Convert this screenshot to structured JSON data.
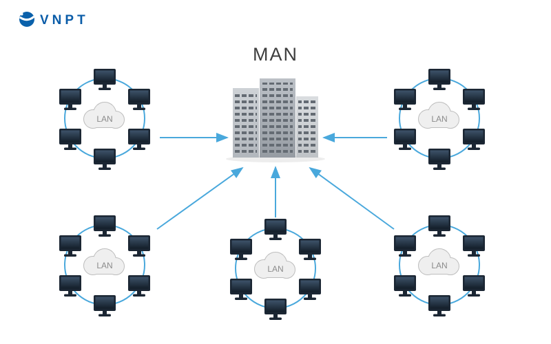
{
  "logo": {
    "text": "VNPT"
  },
  "diagram": {
    "title": "MAN",
    "description": "Five LAN ring networks connected by links to a central MAN building",
    "lans": [
      {
        "position": "top-left",
        "label": "LAN",
        "computers": 6
      },
      {
        "position": "top-right",
        "label": "LAN",
        "computers": 6
      },
      {
        "position": "bottom-left",
        "label": "LAN",
        "computers": 6
      },
      {
        "position": "bottom-center",
        "label": "LAN",
        "computers": 6
      },
      {
        "position": "bottom-right",
        "label": "LAN",
        "computers": 6
      }
    ],
    "colors": {
      "link_blue": "#49a8dc",
      "logo_blue": "#0a5ca8",
      "title_gray": "#3e3e3e",
      "cloud_fill": "#efefef",
      "cloud_outline": "#bdbdbd",
      "monitor_dark": "#1b2633",
      "building_gray": "#aab0b6",
      "window_gray": "#646b73"
    }
  }
}
